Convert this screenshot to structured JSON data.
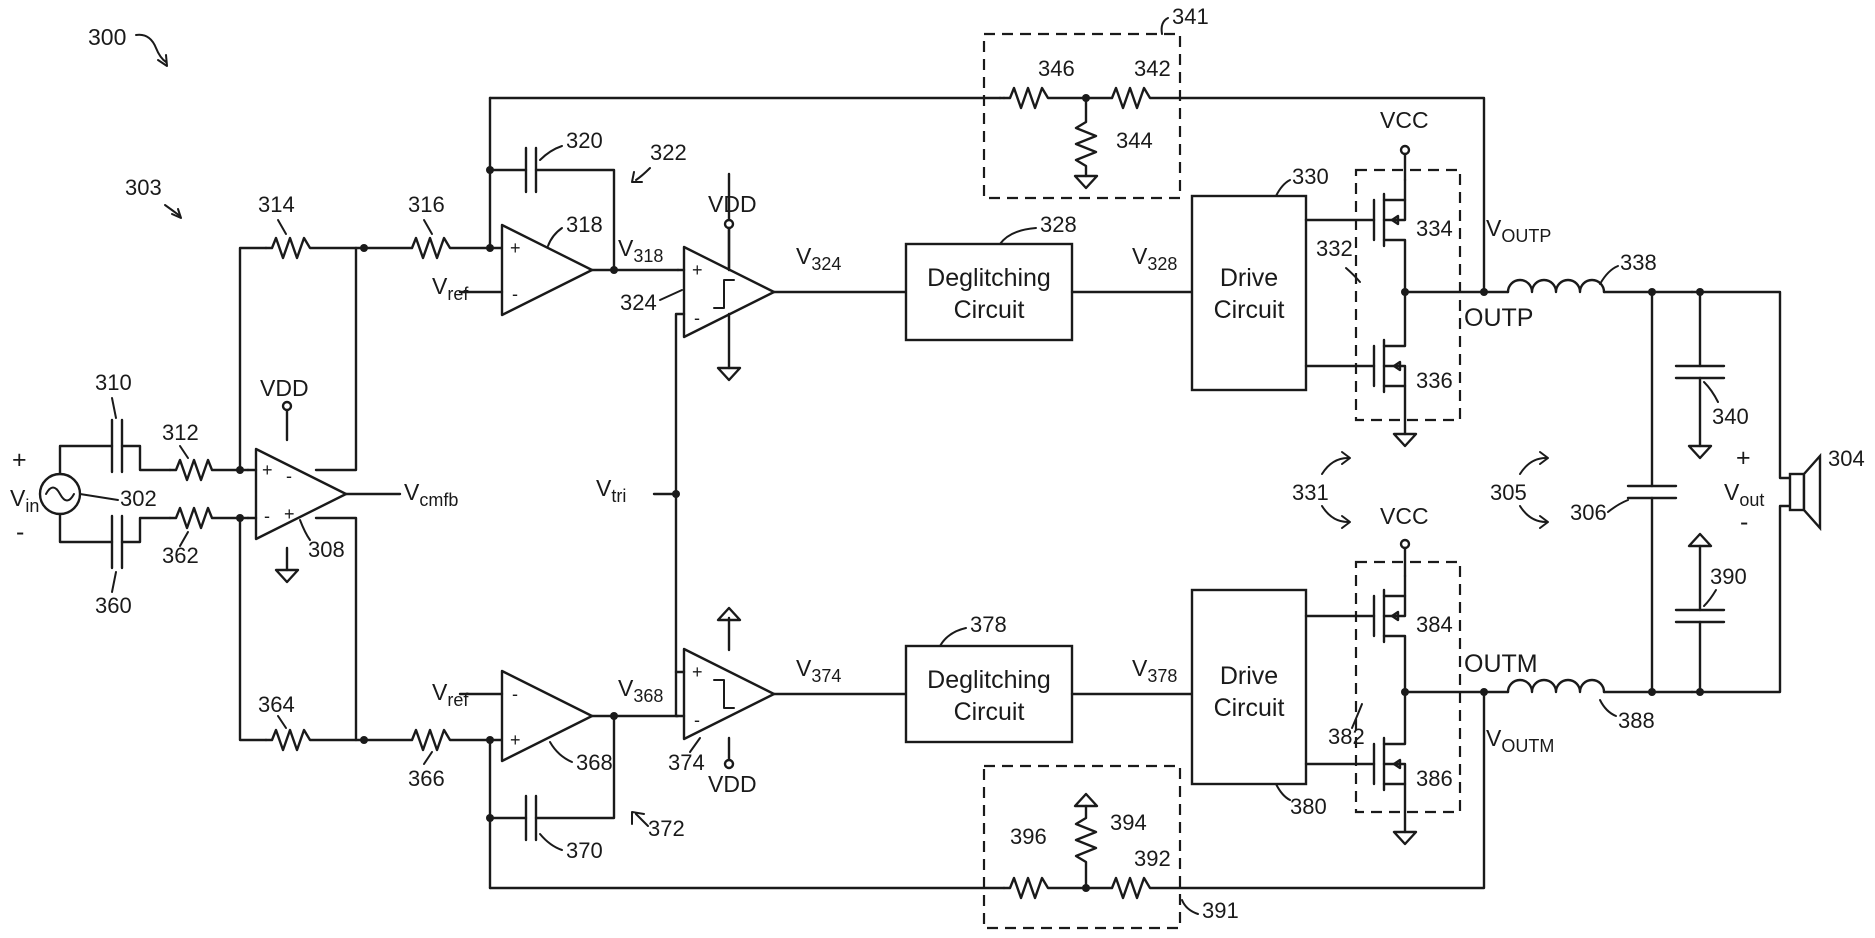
{
  "figure_number": "300",
  "refs": {
    "r302": "302",
    "r303": "303",
    "r304": "304",
    "r305": "305",
    "r306": "306",
    "r308": "308",
    "r310": "310",
    "r312": "312",
    "r314": "314",
    "r316": "316",
    "r318": "318",
    "r320": "320",
    "r322": "322",
    "r324": "324",
    "r328": "328",
    "r330": "330",
    "r331": "331",
    "r332": "332",
    "r334": "334",
    "r336": "336",
    "r338": "338",
    "r340": "340",
    "r341": "341",
    "r342": "342",
    "r344": "344",
    "r346": "346",
    "r360": "360",
    "r362": "362",
    "r364": "364",
    "r366": "366",
    "r368": "368",
    "r370": "370",
    "r372": "372",
    "r374": "374",
    "r378": "378",
    "r380": "380",
    "r382": "382",
    "r384": "384",
    "r386": "386",
    "r388": "388",
    "r390": "390",
    "r391": "391",
    "r392": "392",
    "r394": "394",
    "r396": "396"
  },
  "supplies": {
    "vdd": "VDD",
    "vcc": "VCC"
  },
  "blocks": {
    "deglitch_line1": "Deglitching",
    "deglitch_line2": "Circuit",
    "drive_line1": "Drive",
    "drive_line2": "Circuit"
  },
  "signals": {
    "v": "V",
    "in": "in",
    "ref": "ref",
    "cmfb": "cmfb",
    "tri": "tri",
    "out": "out",
    "s318": "318",
    "s324": "324",
    "s328": "328",
    "s368": "368",
    "s374": "374",
    "s378": "378",
    "outp_sub": "OUTP",
    "outm_sub": "OUTM"
  },
  "nodes": {
    "outp": "OUTP",
    "outm": "OUTM"
  },
  "signs": {
    "plus": "+",
    "minus": "-"
  }
}
